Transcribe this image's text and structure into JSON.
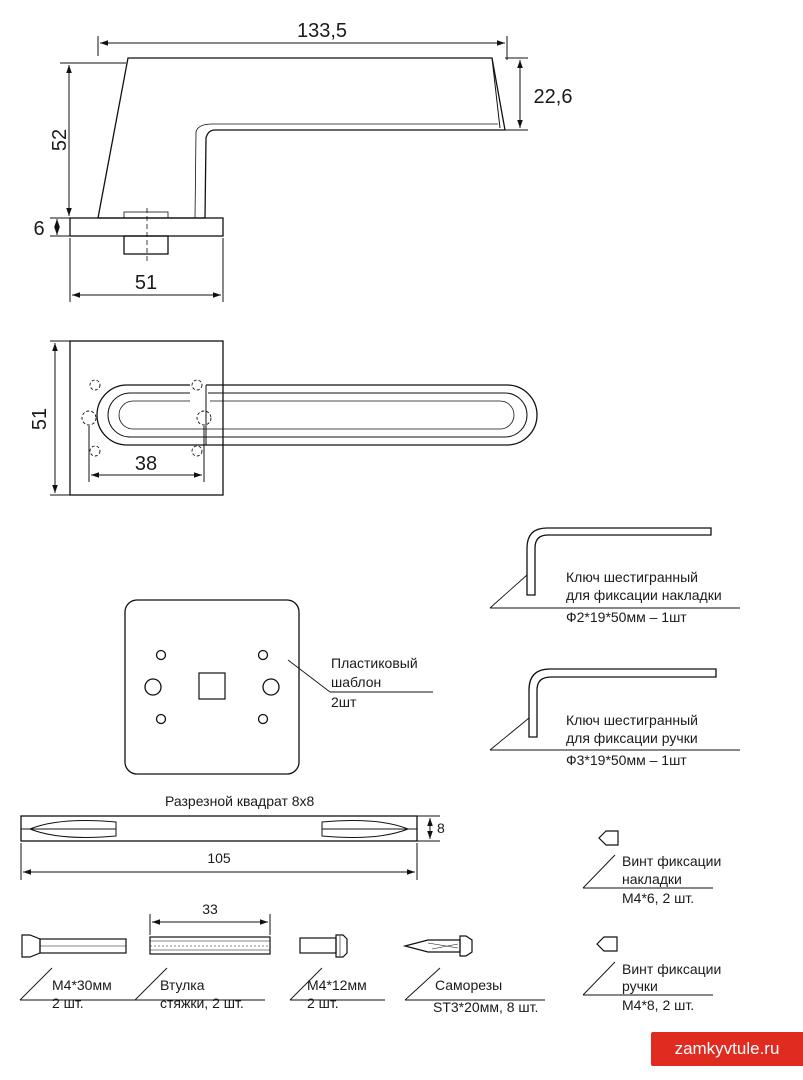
{
  "dimensions": {
    "handle_length": "133,5",
    "handle_height": "52",
    "lever_thickness": "22,6",
    "rose_thickness": "6",
    "rose_width_side": "51",
    "rose_height_top": "51",
    "hole_spacing": "38",
    "spindle_size": "8",
    "spindle_length": "105",
    "sleeve_length": "33"
  },
  "labels": {
    "template": [
      "Пластиковый",
      "шаблон",
      "2шт"
    ],
    "key_rose": [
      "Ключ шестигранный",
      "для фиксации накладки",
      "Ф2*19*50мм – 1шт"
    ],
    "key_handle": [
      "Ключ шестигранный",
      "для фиксации ручки",
      "Ф3*19*50мм – 1шт"
    ],
    "spindle_title": "Разрезной квадрат 8х8",
    "screw_rose": [
      "Винт фиксации",
      "накладки",
      "М4*6, 2 шт."
    ],
    "screw_handle": [
      "Винт фиксации",
      "ручки",
      "М4*8, 2 шт."
    ],
    "bolt_30": [
      "М4*30мм",
      "2 шт."
    ],
    "sleeve": [
      "Втулка",
      "стяжки, 2 шт."
    ],
    "bolt_12": [
      "М4*12мм",
      "2 шт."
    ],
    "self_tap": [
      "Саморезы",
      "ST3*20мм, 8 шт."
    ]
  },
  "watermark": "zamkyvtule.ru"
}
